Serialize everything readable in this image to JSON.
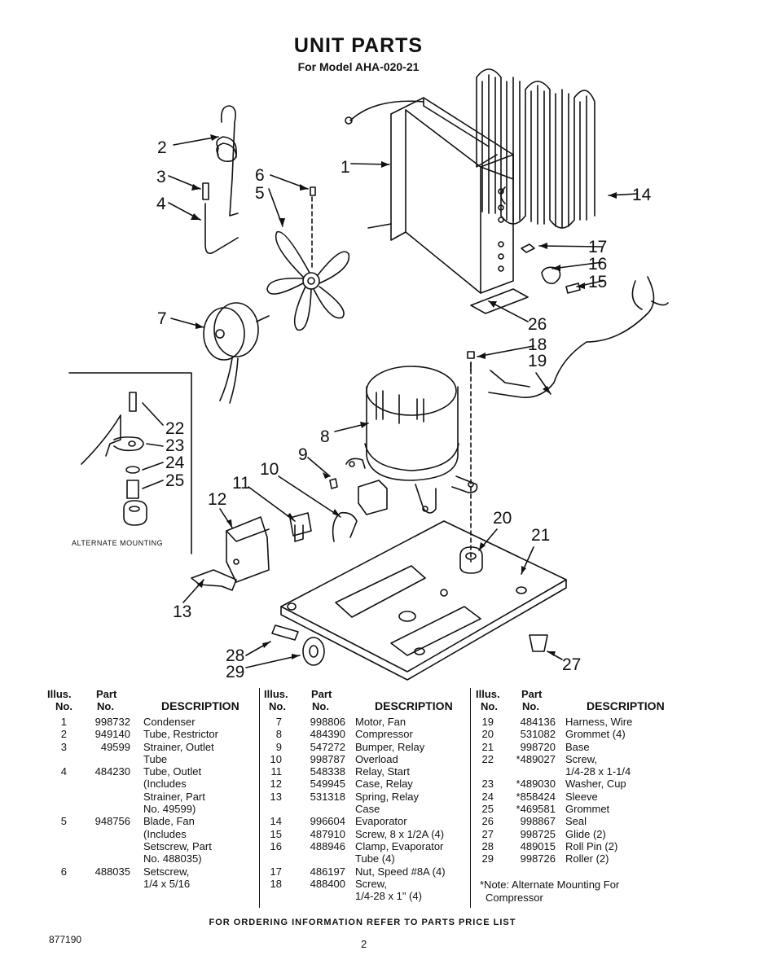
{
  "header": {
    "title": "UNIT PARTS",
    "subtitle": "For Model AHA-020-21"
  },
  "diagram": {
    "callouts": [
      "1",
      "2",
      "3",
      "4",
      "5",
      "6",
      "7",
      "8",
      "9",
      "10",
      "11",
      "12",
      "13",
      "14",
      "15",
      "16",
      "17",
      "18",
      "19",
      "20",
      "21",
      "22",
      "23",
      "24",
      "25",
      "26",
      "27",
      "28",
      "29"
    ],
    "alternate_mounting_label": "ALTERNATE MOUNTING"
  },
  "table_headers": {
    "illus_top": "Illus.",
    "illus_bottom": "No.",
    "part_top": "Part",
    "part_bottom": "No.",
    "description": "DESCRIPTION"
  },
  "columns": [
    {
      "rows": [
        {
          "illus": "1",
          "part": "998732",
          "desc": "Condenser"
        },
        {
          "illus": "2",
          "part": "949140",
          "desc": "Tube, Restrictor"
        },
        {
          "illus": "3",
          "part": "49599",
          "desc": "Strainer, Outlet"
        },
        {
          "illus": "",
          "part": "",
          "desc": "Tube"
        },
        {
          "illus": "4",
          "part": "484230",
          "desc": "Tube, Outlet"
        },
        {
          "illus": "",
          "part": "",
          "desc": "(Includes"
        },
        {
          "illus": "",
          "part": "",
          "desc": "Strainer, Part"
        },
        {
          "illus": "",
          "part": "",
          "desc": "No. 49599)"
        },
        {
          "illus": "5",
          "part": "948756",
          "desc": "Blade, Fan"
        },
        {
          "illus": "",
          "part": "",
          "desc": "(Includes"
        },
        {
          "illus": "",
          "part": "",
          "desc": "Setscrew, Part"
        },
        {
          "illus": "",
          "part": "",
          "desc": "No. 488035)"
        },
        {
          "illus": "6",
          "part": "488035",
          "desc": "Setscrew,"
        },
        {
          "illus": "",
          "part": "",
          "desc": "1/4 x 5/16"
        }
      ]
    },
    {
      "rows": [
        {
          "illus": "7",
          "part": "998806",
          "desc": "Motor, Fan"
        },
        {
          "illus": "8",
          "part": "484390",
          "desc": "Compressor"
        },
        {
          "illus": "9",
          "part": "547272",
          "desc": "Bumper, Relay"
        },
        {
          "illus": "10",
          "part": "998787",
          "desc": "Overload"
        },
        {
          "illus": "11",
          "part": "548338",
          "desc": "Relay, Start"
        },
        {
          "illus": "12",
          "part": "549945",
          "desc": "Case, Relay"
        },
        {
          "illus": "13",
          "part": "531318",
          "desc": "Spring, Relay"
        },
        {
          "illus": "",
          "part": "",
          "desc": "Case"
        },
        {
          "illus": "14",
          "part": "996604",
          "desc": "Evaporator"
        },
        {
          "illus": "15",
          "part": "487910",
          "desc": "Screw, 8 x 1/2A (4)"
        },
        {
          "illus": "16",
          "part": "488946",
          "desc": "Clamp, Evaporator"
        },
        {
          "illus": "",
          "part": "",
          "desc": "Tube (4)"
        },
        {
          "illus": "17",
          "part": "486197",
          "desc": "Nut, Speed #8A (4)"
        },
        {
          "illus": "18",
          "part": "488400",
          "desc": "Screw,"
        },
        {
          "illus": "",
          "part": "",
          "desc": "1/4-28 x 1\" (4)"
        }
      ]
    },
    {
      "rows": [
        {
          "illus": "19",
          "part": "484136",
          "desc": "Harness, Wire"
        },
        {
          "illus": "20",
          "part": "531082",
          "desc": "Grommet (4)"
        },
        {
          "illus": "21",
          "part": "998720",
          "desc": "Base"
        },
        {
          "illus": "22",
          "part": "*489027",
          "desc": "Screw,"
        },
        {
          "illus": "",
          "part": "",
          "desc": "1/4-28 x 1-1/4"
        },
        {
          "illus": "23",
          "part": "*489030",
          "desc": "Washer, Cup"
        },
        {
          "illus": "24",
          "part": "*858424",
          "desc": "Sleeve"
        },
        {
          "illus": "25",
          "part": "*469581",
          "desc": "Grommet"
        },
        {
          "illus": "26",
          "part": "998867",
          "desc": "Seal"
        },
        {
          "illus": "27",
          "part": "998725",
          "desc": "Glide (2)"
        },
        {
          "illus": "28",
          "part": "489015",
          "desc": "Roll Pin (2)"
        },
        {
          "illus": "29",
          "part": "998726",
          "desc": "Roller (2)"
        }
      ]
    }
  ],
  "note": {
    "line1": "*Note: Alternate Mounting For",
    "line2": "Compressor"
  },
  "footer": {
    "ordering": "FOR ORDERING INFORMATION REFER TO PARTS PRICE LIST",
    "doc_number": "877190",
    "page_number": "2"
  }
}
